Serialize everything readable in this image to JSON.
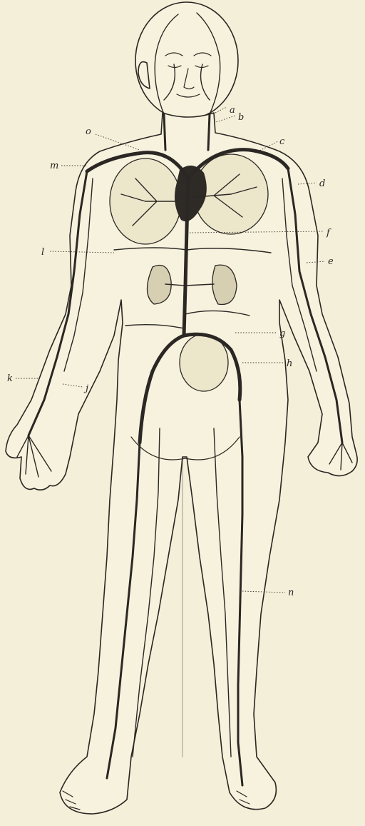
{
  "labels": {
    "a": "a",
    "b": "b",
    "c": "c",
    "d": "d",
    "e": "e",
    "f": "f",
    "g": "g",
    "h": "h",
    "j": "j",
    "k": "k",
    "l": "l",
    "m": "m",
    "n": "n",
    "o": "o"
  },
  "colors": {
    "paper": "#f3efd9",
    "ink": "#2a2622"
  }
}
